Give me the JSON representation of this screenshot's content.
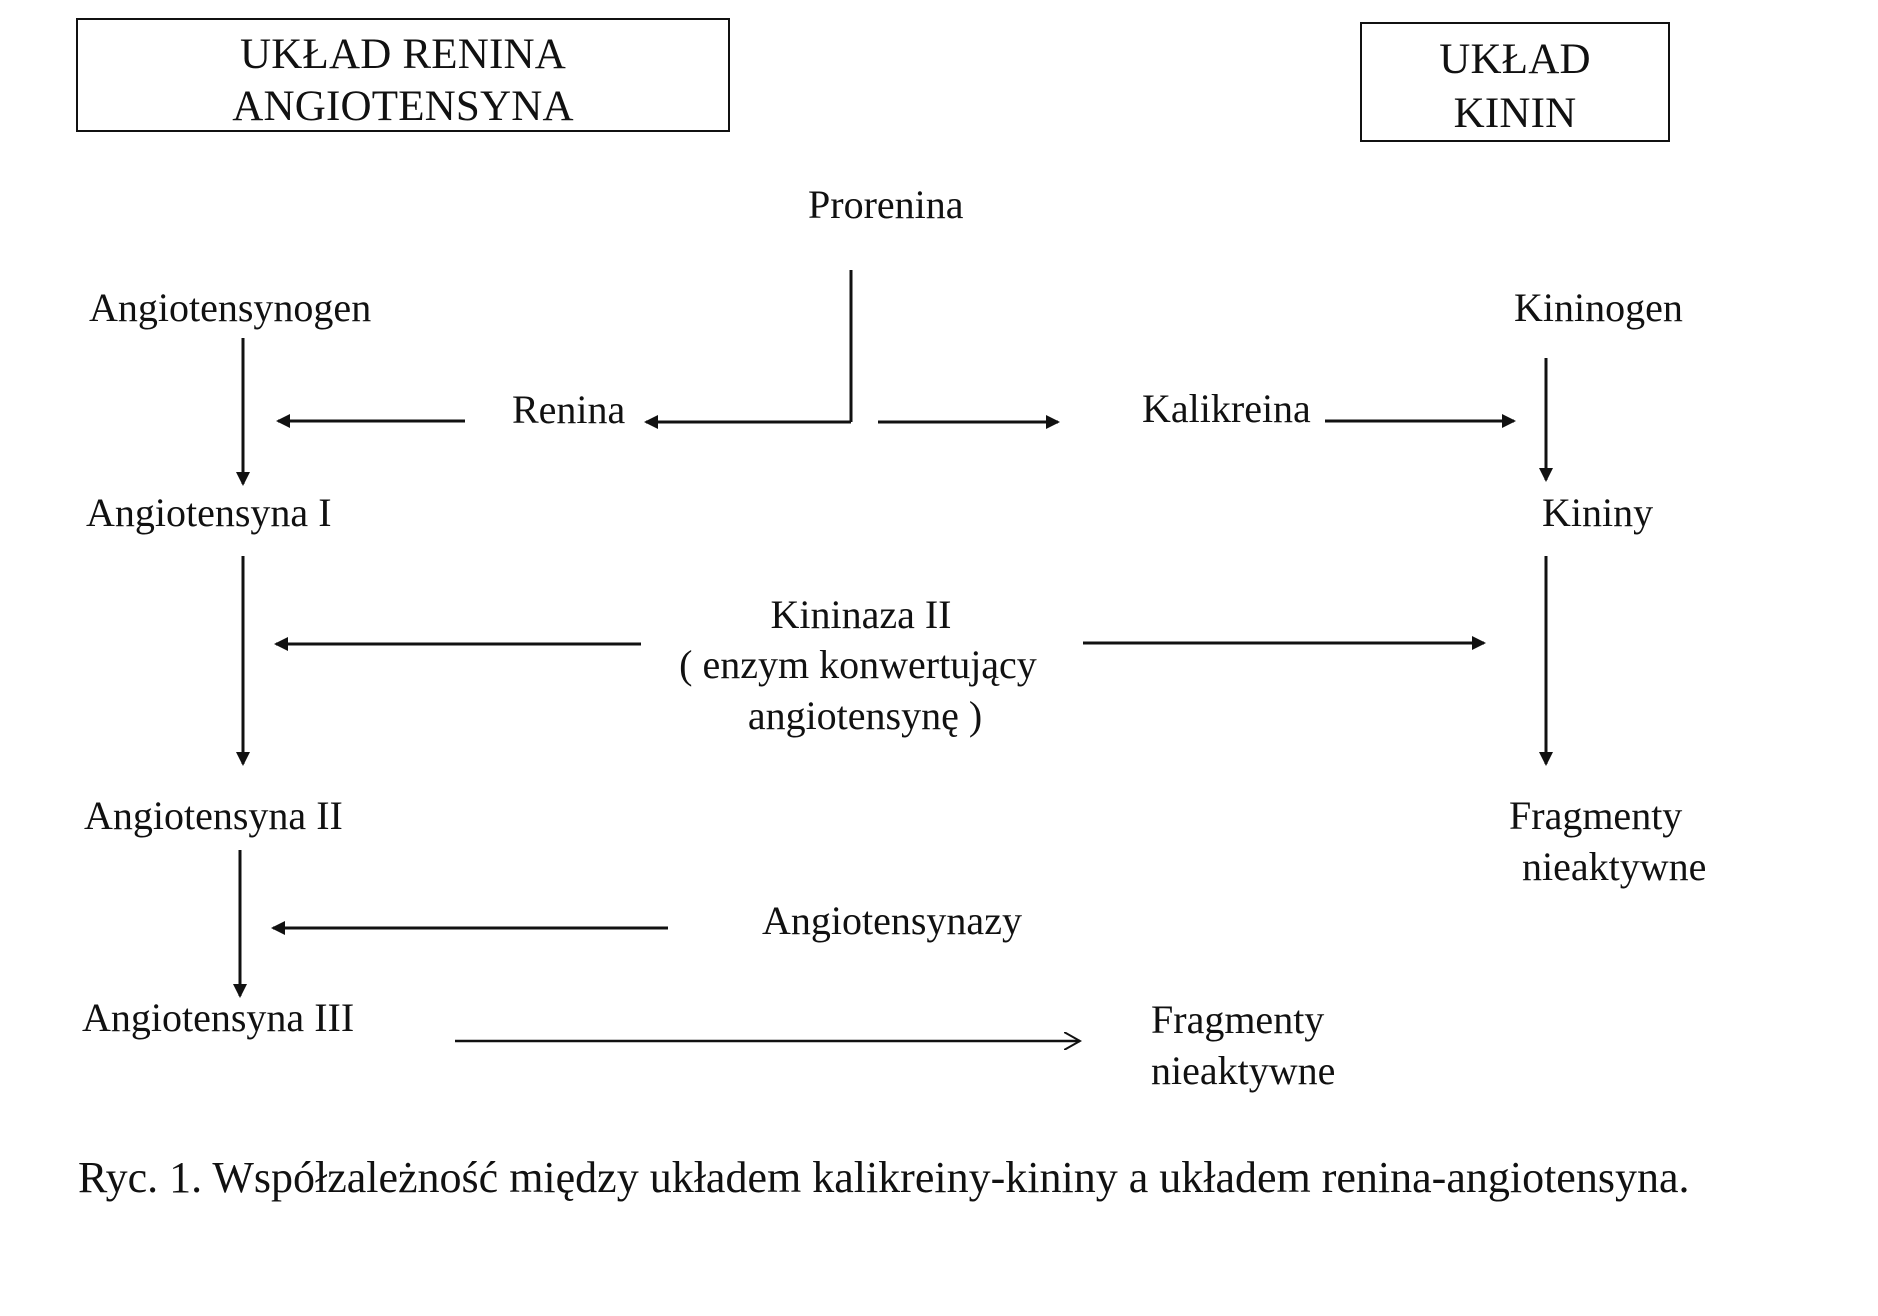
{
  "boxes": {
    "renin_angiotensin": {
      "line1": "UKŁAD  RENINA",
      "line2": "ANGIOTENSYNA"
    },
    "kinin": {
      "line1": "UKŁAD",
      "line2": "KININ"
    }
  },
  "left_column": {
    "angiotensynogen": "Angiotensynogen",
    "angiotensyna_i": "Angiotensyna I",
    "angiotensyna_ii": "Angiotensyna II",
    "angiotensyna_iii": "Angiotensyna III"
  },
  "center": {
    "prorenina": "Prorenina",
    "renina": "Renina",
    "kalikreina": "Kalikreina",
    "kininaza_line1": "Kininaza  II",
    "kininaza_line2": "( enzym konwertujący",
    "kininaza_line3": "angiotensynę )",
    "angiotensynazy": "Angiotensynazy"
  },
  "right_column": {
    "kininogen": "Kininogen",
    "kininy": "Kininy",
    "fragmenty_right_line1": "Fragmenty",
    "fragmenty_right_line2": "nieaktywne"
  },
  "bottom_fragment": {
    "line1": "Fragmenty",
    "line2": "nieaktywne"
  },
  "caption": "Ryc. 1. Współzależność między układem kalikreiny-kininy a układem renina-angiotensyna."
}
